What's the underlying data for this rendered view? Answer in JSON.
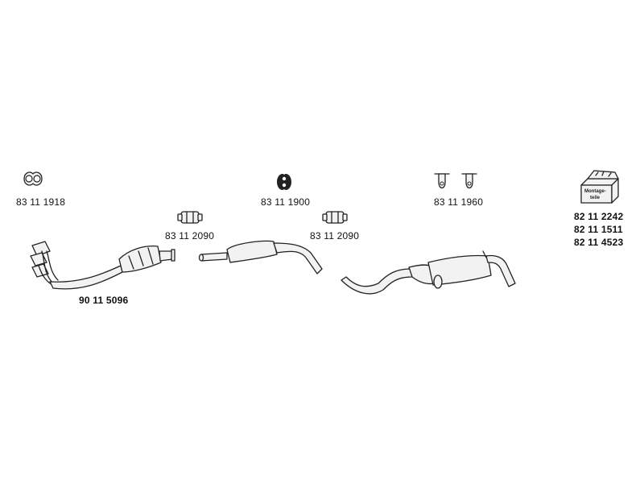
{
  "parts": {
    "gasket": {
      "number": "83 11 1918"
    },
    "clamp_left": {
      "number": "83 11 2090"
    },
    "rubber_mount_center": {
      "number": "83 11 1900"
    },
    "clamp_right": {
      "number": "83 11 2090"
    },
    "hanger_pair": {
      "number": "83 11 1960"
    },
    "front_pipe_catalyst": {
      "number": "90 11 5096"
    },
    "mounting_kit": {
      "box_label_line1": "Montage-",
      "box_label_line2": "teile",
      "numbers": [
        "82 11 2242",
        "82 11 1511",
        "82 11 4523"
      ]
    }
  }
}
